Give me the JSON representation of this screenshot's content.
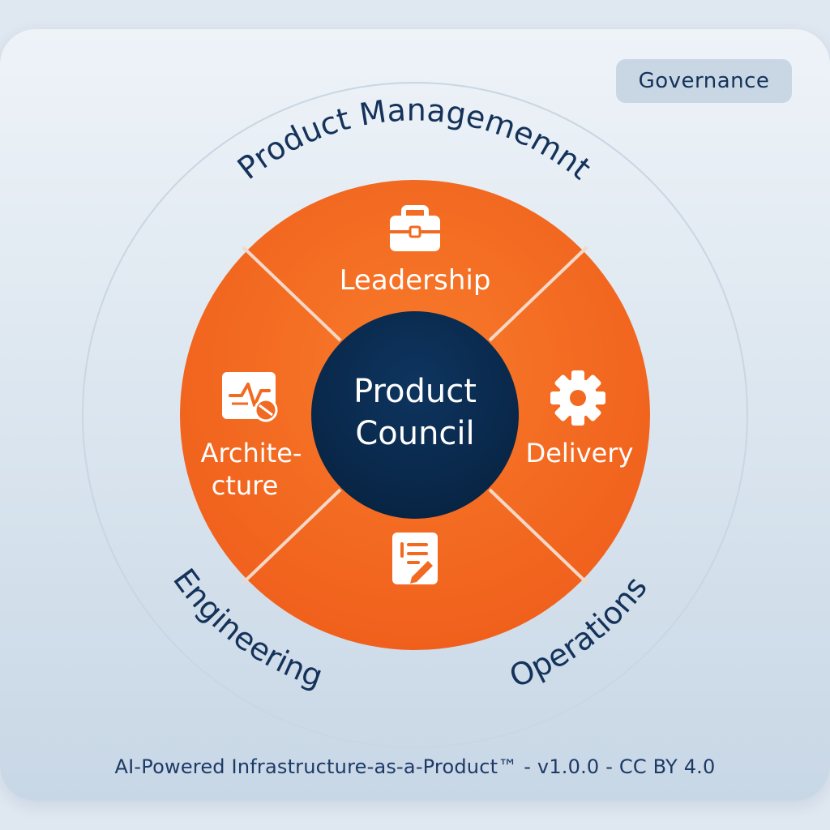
{
  "badge": {
    "label": "Governance"
  },
  "ring_labels": {
    "top": "Product Managememnt",
    "left": "Engineering",
    "right": "Operations"
  },
  "segments": {
    "top": {
      "label": "Leadership",
      "icon": "briefcase-icon"
    },
    "right": {
      "label": "Delivery",
      "icon": "gear-icon"
    },
    "left": {
      "label_line1": "Archite-",
      "label_line2": "cture",
      "icon": "chart-monitor-icon"
    },
    "bottom": {
      "label": "",
      "icon": "document-edit-icon"
    }
  },
  "center": {
    "line1": "Product",
    "line2": "Council"
  },
  "footer": {
    "text": "AI-Powered Infrastructure-as-a-Product™ - v1.0.0 - CC BY 4.0"
  },
  "colors": {
    "orange": "#f26a21",
    "navy": "#0b2a4f",
    "text_dark": "#14325a"
  }
}
